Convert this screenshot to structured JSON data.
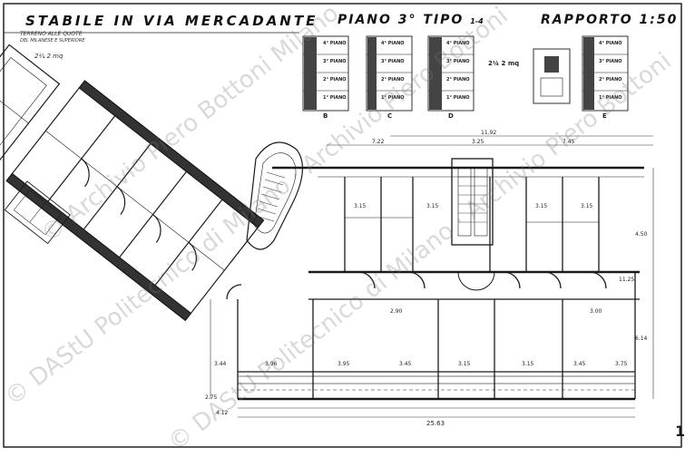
{
  "sheet": {
    "title_building": "STABILE IN VIA MERCADANTE",
    "title_floor": "PIANO 3° TIPO",
    "title_floor_suffix": "1-4",
    "title_scale": "RAPPORTO 1:50",
    "note_line1": "TERRENO ALLE QUOTE",
    "note_line2": "DEL MILANESE E SUPERIORE",
    "note_area": "2¼ 2 mq",
    "page_number": "1"
  },
  "key_plans": {
    "floor_labels": [
      "4° PIANO",
      "3° PIANO",
      "2° PIANO",
      "1° PIANO"
    ],
    "panel_letters": [
      "B",
      "C",
      "D",
      "E"
    ],
    "area_note": "2¼ 2 mq"
  },
  "dimensions": {
    "top": [
      "7.22",
      "3.25",
      "7.45",
      "11.92"
    ],
    "bottom": [
      "3.96",
      "3.95",
      "3.45",
      "3.15",
      "3.15",
      "3.45",
      "3.75"
    ],
    "total": "25.63",
    "left_side": [
      "2.75",
      "3.44",
      "4.12"
    ],
    "right_side": [
      "4.50",
      "6.14",
      "11.25"
    ],
    "rooms": [
      "3.15",
      "3.15",
      "3.15",
      "3.15",
      "2.90",
      "3.00"
    ]
  },
  "watermark": {
    "line1": "© DAStU Politecnico di Milano · Archivio Piero Bottoni",
    "line2": "© DAStU Politecnico di Milano · Archivio Piero Bottoni",
    "line3": "© Archivio Piero Bottoni Milano"
  }
}
